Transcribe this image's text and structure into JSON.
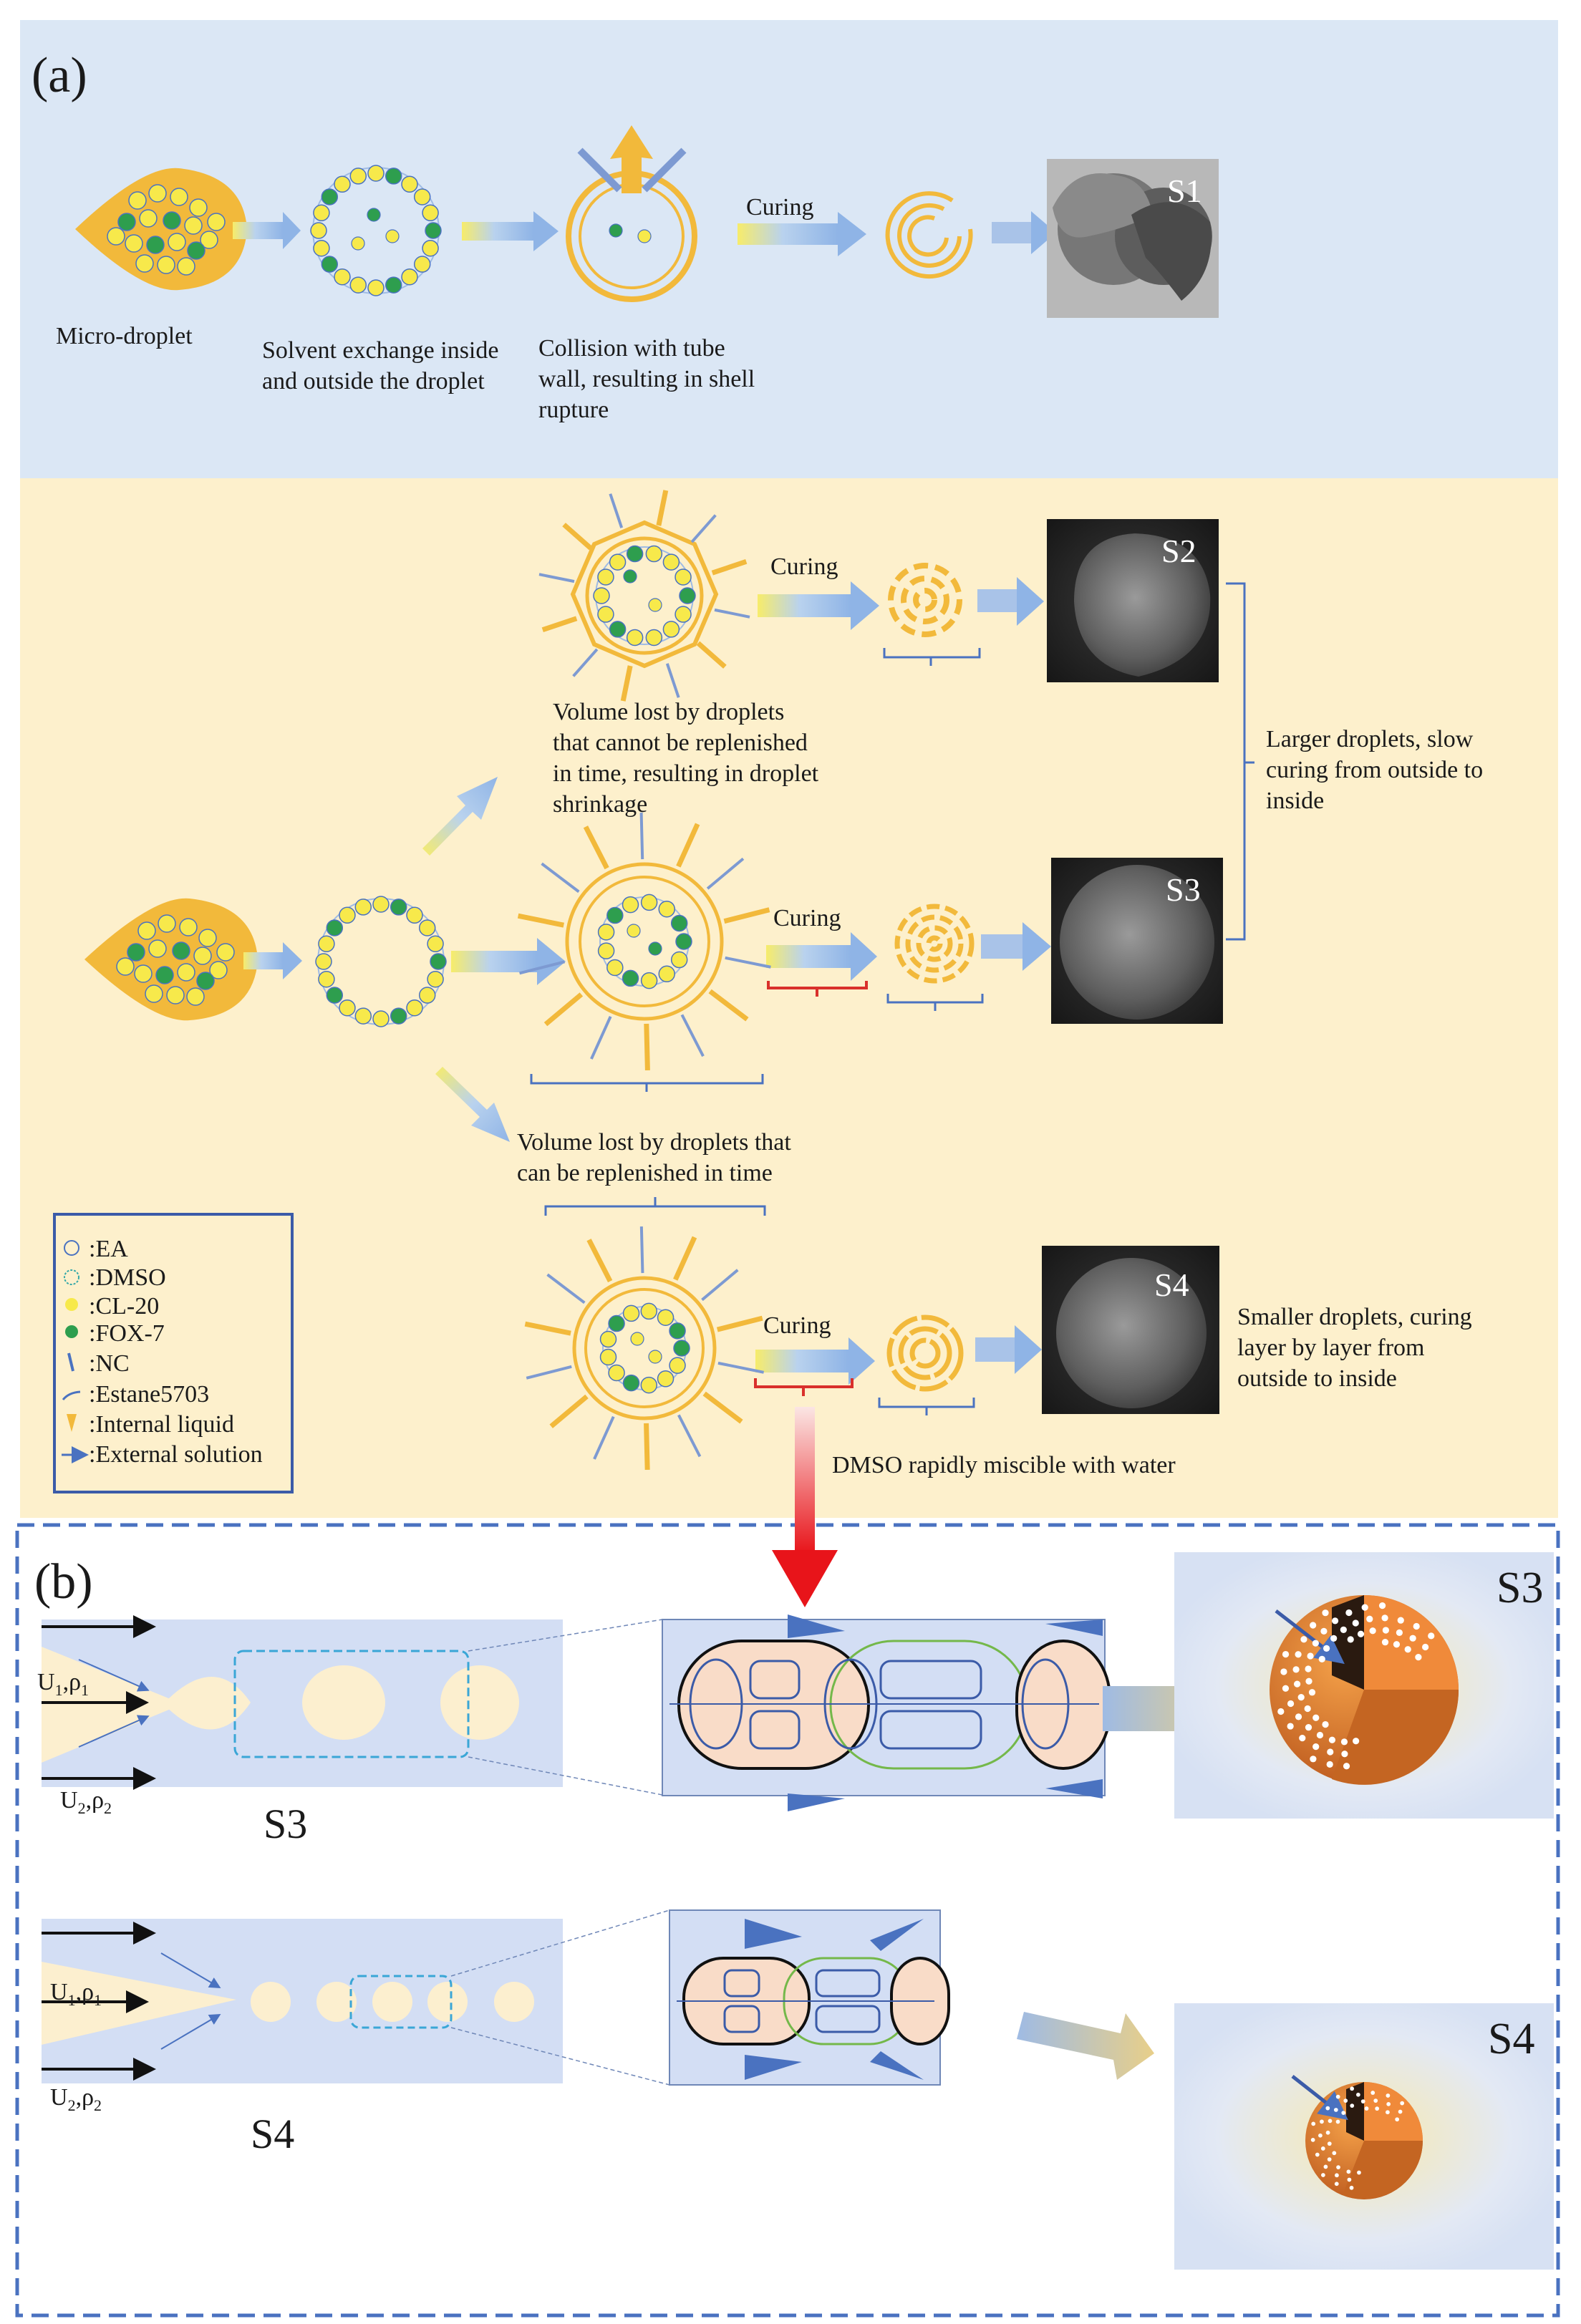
{
  "panel_a": {
    "label": "(a)",
    "colors": {
      "top_band": "#dbe7f5",
      "middle_band": "#fdf0cc",
      "gold": "#f2b93b",
      "cl20": "#f7e94b",
      "fox7": "#2e9e4e",
      "blue": "#4a72c0",
      "red_bracket": "#d9302b",
      "arrow": "#9fbbe4"
    },
    "row1": {
      "captions": [
        "Micro-droplet",
        "Solvent exchange inside",
        "and outside the droplet",
        "Collision with tube",
        "wall, resulting in shell",
        "rupture"
      ],
      "curing": "Curing",
      "sem_label": "S1"
    },
    "row2": {
      "curing_top": "Curing",
      "curing_mid": "Curing",
      "curing_bottom": "Curing",
      "top_caption": [
        "Volume lost by droplets",
        "that cannot be replenished",
        "in time, resulting in droplet",
        "shrinkage"
      ],
      "mid_caption": [
        "Volume lost by droplets that",
        "can be replenished in time"
      ],
      "sem_s2": "S2",
      "sem_s3": "S3",
      "sem_s4": "S4",
      "larger_caption": [
        "Larger droplets, slow",
        "curing from outside to",
        "inside"
      ],
      "smaller_caption": [
        "Smaller droplets, curing",
        "layer by layer from",
        "outside to inside"
      ],
      "dmso_caption": "DMSO rapidly miscible with water"
    },
    "legend": [
      {
        "symbol": "circle-open-blue-icon",
        "text": ":EA"
      },
      {
        "symbol": "circle-dashed-teal-icon",
        "text": ":DMSO"
      },
      {
        "symbol": "dot-yellow-icon",
        "text": ":CL-20"
      },
      {
        "symbol": "dot-green-icon",
        "text": ":FOX-7"
      },
      {
        "symbol": "nc-stroke-icon",
        "text": ":NC"
      },
      {
        "symbol": "estane-curve-icon",
        "text": ":Estane5703"
      },
      {
        "symbol": "internal-liquid-arrow-icon",
        "text": ":Internal liquid"
      },
      {
        "symbol": "external-solution-arrow-icon",
        "text": ":External solution"
      }
    ]
  },
  "panel_b": {
    "label": "(b)",
    "top": {
      "u1_main": "U",
      "u1_sub": "1",
      "rho1_main": ",ρ",
      "rho1_sub": "1",
      "u2_main": "U",
      "u2_sub": "2",
      "rho2_main": ",ρ",
      "rho2_sub": "2",
      "name": "S3",
      "result_label": "S3"
    },
    "bottom": {
      "u1_main": "U",
      "u1_sub": "1",
      "rho1_main": ",ρ",
      "rho1_sub": "1",
      "u2_main": "U",
      "u2_sub": "2",
      "rho2_main": ",ρ",
      "rho2_sub": "2",
      "name": "S4",
      "result_label": "S4"
    }
  }
}
